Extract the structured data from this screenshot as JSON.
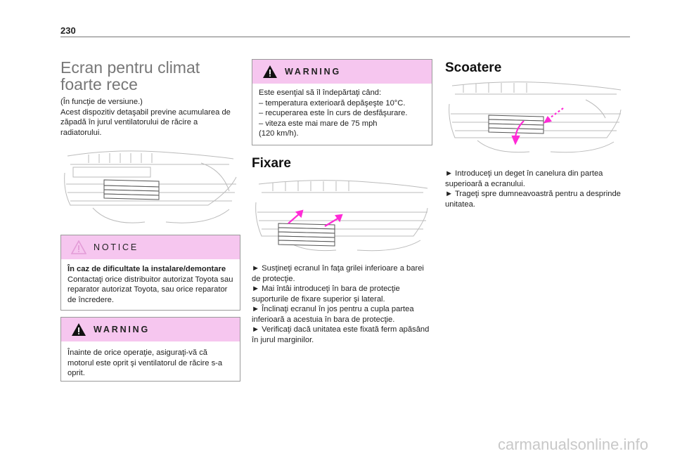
{
  "page": {
    "number": "230"
  },
  "col1": {
    "title": "Ecran pentru climat foarte rece",
    "intro_1": "(În funcţie de versiune.)",
    "intro_2": "Acest dispozitiv detaşabil previne acumularea de zăpadă în jurul ventilatorului de răcire a radiatorului.",
    "notice": {
      "label": "NOTICE",
      "title": "În caz de dificultate la instalare/demontare",
      "text": "Contactaţi orice distribuitor autorizat Toyota sau reparator autorizat Toyota, sau orice reparator de încredere."
    },
    "warning": {
      "label": "WARNING",
      "text": "Înainte de orice operaţie, asiguraţi-vă că motorul este oprit şi ventilatorul de răcire s-a oprit."
    }
  },
  "col2": {
    "warning": {
      "label": "WARNING",
      "lines": [
        "Este esenţial să îl îndepărtaţi când:",
        "–  temperatura exterioară depăşeşte 10°C.",
        "–  recuperarea este în curs de desfăşurare.",
        "–  viteza este mai mare de 75 mph",
        "(120 km/h)."
      ]
    },
    "heading": "Fixare",
    "steps": [
      "►  Susţineţi ecranul în faţa grilei inferioare a barei de protecţie.",
      "►  Mai întâi introduceţi în bara de protecţie suporturile de fixare superior şi lateral.",
      "►  Înclinaţi ecranul în jos pentru a cupla partea inferioară a acestuia în bara de protecţie.",
      "►  Verificaţi dacă unitatea este fixată ferm apăsând în jurul marginilor."
    ]
  },
  "col3": {
    "heading": "Scoatere",
    "steps": [
      "►  Introduceţi un deget în canelura din partea superioară a ecranului.",
      "►  Trageţi spre dumneavoastră pentru a desprinde unitatea."
    ]
  },
  "watermark": "carmanualsonline.info",
  "colors": {
    "box_header": "#f6c6ef",
    "arrow": "#ff2bd6",
    "rule": "#777777"
  }
}
